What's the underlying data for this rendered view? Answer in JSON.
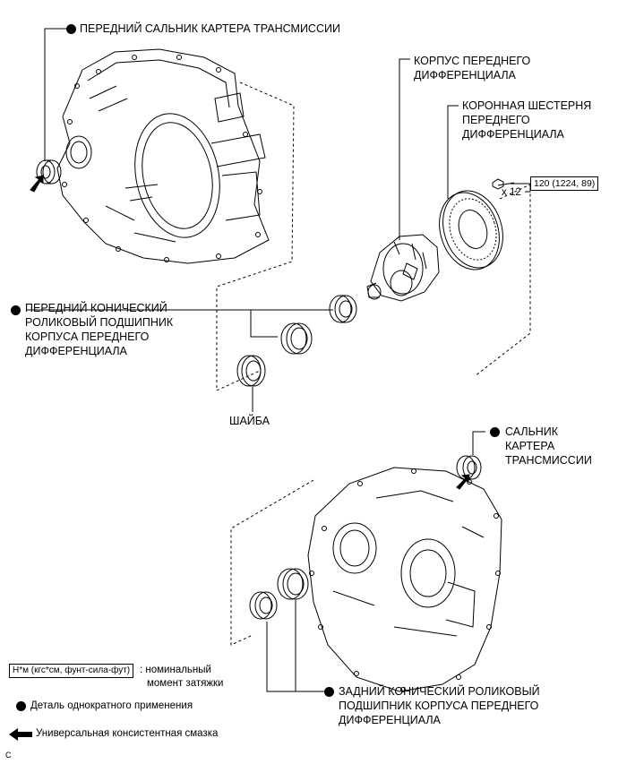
{
  "labels": {
    "front_oil_seal": "ПЕРЕДНИЙ САЛЬНИК КАРТЕРА ТРАНСМИССИИ",
    "diff_case": [
      "КОРПУС ПЕРЕДНЕГО",
      "ДИФФЕРЕНЦИАЛА"
    ],
    "ring_gear": [
      "КОРОННАЯ ШЕСТЕРНЯ",
      "ПЕРЕДНЕГО",
      "ДИФФЕРЕНЦИАЛА"
    ],
    "front_bearing": [
      "ПЕРЕДНИЙ КОНИЧЕСКИЙ",
      "РОЛИКОВЫЙ ПОДШИПНИК",
      "КОРПУСА ПЕРЕДНЕГО",
      "ДИФФЕРЕНЦИАЛА"
    ],
    "washer": "ШАЙБА",
    "case_oil_seal": [
      "САЛЬНИК",
      "КАРТЕРА",
      "ТРАНСМИССИИ"
    ],
    "rear_bearing": [
      "ЗАДНИЙ КОНИЧЕСКИЙ РОЛИКОВЫЙ",
      "ПОДШИПНИК КОРПУСА ПЕРЕДНЕГО",
      "ДИФФЕРЕНЦИАЛА"
    ]
  },
  "torque": {
    "value": "120 (1224, 89)",
    "bolt_count": "x 12"
  },
  "legend": {
    "torque_unit": "Н*м (кгс*см, фунт-сила-фут)",
    "torque_desc": [
      ": номинальный",
      "момент затяжки"
    ],
    "non_reusable": "Деталь однократного применения",
    "grease": "Универсальная консистентная смазка"
  },
  "figure_code": "C",
  "icons": [
    "non-reusable-dot-icon",
    "grease-arrow-icon",
    "bolt-icon"
  ]
}
